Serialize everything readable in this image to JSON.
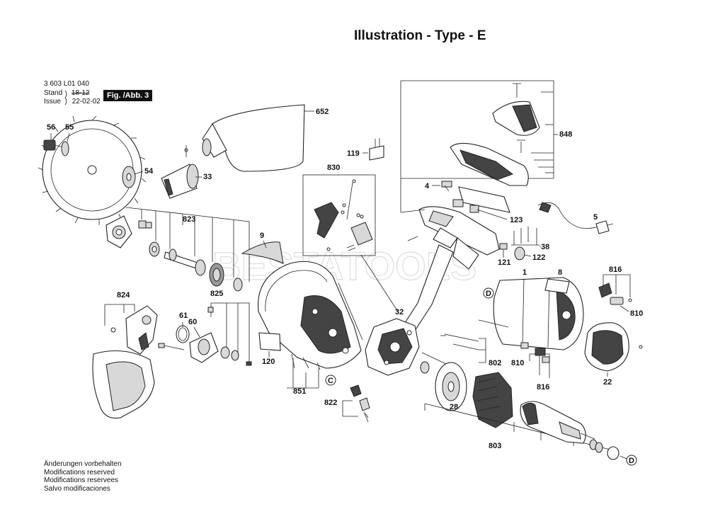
{
  "title": "Illustration - Type - E",
  "part_number": "3 603 L01 040",
  "stand_label": "Stand",
  "stand_value": "18-12",
  "issue_label": "Issue",
  "issue_value": "22-02-02",
  "figure_label": "Fig. /Abb. 3",
  "watermark": "BESTATOOLS",
  "footnotes": [
    "Änderungen vorbehalten",
    "Modifications reserved",
    "Modifications reservees",
    "Salvo modificaciones"
  ],
  "callouts": {
    "c56": "56",
    "c55": "55",
    "c54": "54",
    "c33": "33",
    "c652": "652",
    "c823": "823",
    "c119": "119",
    "c830": "830",
    "c9": "9",
    "c824": "824",
    "c61": "61",
    "c60": "60",
    "c825": "825",
    "c120": "120",
    "c851": "851",
    "c822": "822",
    "c32": "32",
    "c848": "848",
    "c4": "4",
    "c123": "123",
    "c5": "5",
    "c38": "38",
    "c121": "121",
    "c122": "122",
    "c1": "1",
    "c8": "8",
    "c816a": "816",
    "c810a": "810",
    "c802": "802",
    "c810b": "810",
    "c816b": "816",
    "c22": "22",
    "c28": "28",
    "c803": "803"
  },
  "markers": {
    "C": "C",
    "D1": "D",
    "D2": "D"
  }
}
